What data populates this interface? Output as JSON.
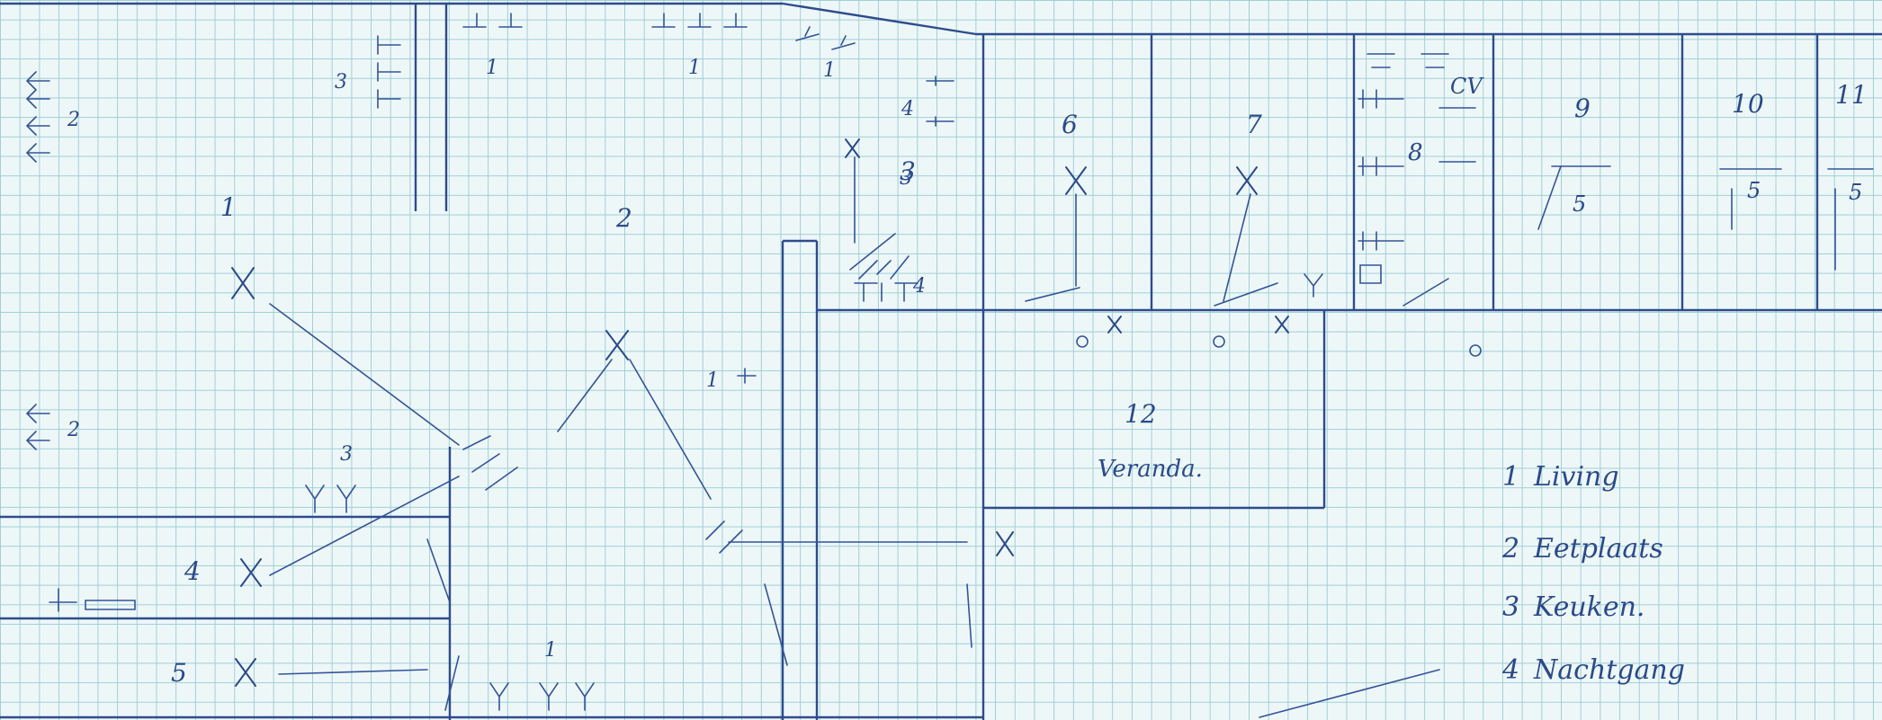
{
  "rooms": {
    "r1": "1",
    "r2": "2",
    "r3": "3",
    "r6": "6",
    "r7": "7",
    "r9": "9",
    "r10": "10",
    "r11": "11",
    "r12": "12",
    "r4": "4",
    "r5": "5",
    "r8": "8",
    "veranda": "Veranda."
  },
  "annotations": {
    "cv": "CV",
    "s9": "5",
    "s10": "5",
    "s11": "5",
    "d1": "1",
    "d2": "1",
    "d3": "1",
    "d4": "4",
    "d5": "2",
    "d6": "3",
    "d7": "2",
    "d8": "3",
    "d9": "1",
    "d10": "1",
    "d11": "4",
    "d12": "3"
  },
  "legend": [
    {
      "num": "1",
      "label": "Living"
    },
    {
      "num": "2",
      "label": "Eetplaats"
    },
    {
      "num": "3",
      "label": "Keuken."
    },
    {
      "num": "4",
      "label": "Nachtgang"
    }
  ]
}
